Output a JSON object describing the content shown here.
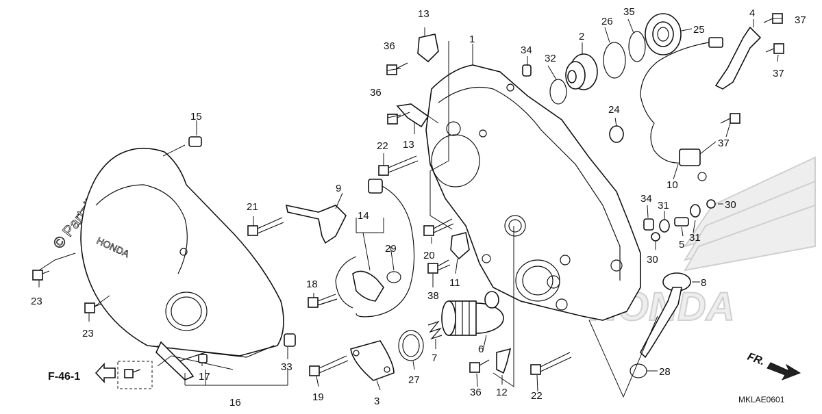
{
  "watermark": "© Partzilla.com",
  "cover_logo": "HONDA",
  "reference_label": "F-46-1",
  "direction_label": "FR.",
  "diagram_code": "MKLAE0601",
  "labels": {
    "p1": "1",
    "p2": "2",
    "p3": "3",
    "p4": "4",
    "p5": "5",
    "p6": "6",
    "p7": "7",
    "p8": "8",
    "p9": "9",
    "p10": "10",
    "p11": "11",
    "p12": "12",
    "p13a": "13",
    "p13b": "13",
    "p14": "14",
    "p15": "15",
    "p16": "16",
    "p17": "17",
    "p18": "18",
    "p19": "19",
    "p20": "20",
    "p21": "21",
    "p22a": "22",
    "p22b": "22",
    "p23a": "23",
    "p23b": "23",
    "p24": "24",
    "p25": "25",
    "p26": "26",
    "p27": "27",
    "p28": "28",
    "p29": "29",
    "p30a": "30",
    "p30b": "30",
    "p31a": "31",
    "p31b": "31",
    "p32": "32",
    "p33": "33",
    "p34a": "34",
    "p34b": "34",
    "p35": "35",
    "p36a": "36",
    "p36b": "36",
    "p36c": "36",
    "p37a": "37",
    "p37b": "37",
    "p37c": "37",
    "p38": "38"
  }
}
